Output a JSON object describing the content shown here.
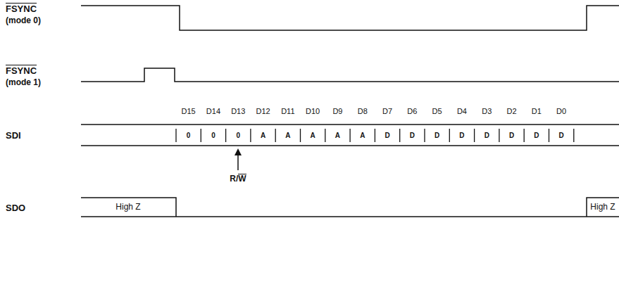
{
  "diagram": {
    "labels": [
      "FSYNC",
      "(mode 0)",
      "FSYNC",
      "(mode 1)",
      "D15",
      "D14",
      "D13",
      "D12",
      "D11",
      "D10",
      "D9",
      "D8",
      "D7",
      "D6",
      "D5",
      "D4",
      "D3",
      "D2",
      "D1",
      "D0",
      "SDI",
      "0",
      "0",
      "0",
      "A",
      "A",
      "A",
      "A",
      "A",
      "D",
      "D",
      "D",
      "D",
      "D",
      "D",
      "D",
      "D",
      "R/W",
      "SDO",
      "High Z",
      "High Z"
    ]
  }
}
